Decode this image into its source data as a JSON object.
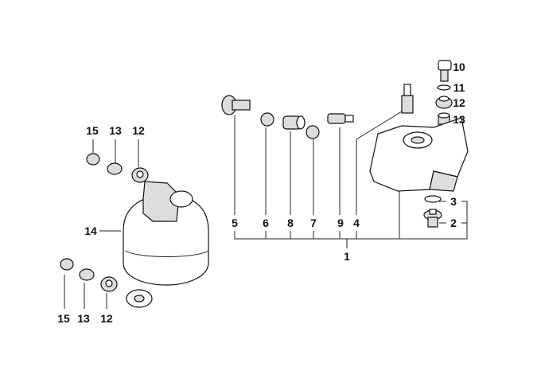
{
  "callouts": {
    "right": {
      "p10": "10",
      "p11": "11",
      "p12": "12",
      "p13": "13",
      "p3": "3",
      "p2": "2",
      "p5": "5",
      "p6": "6",
      "p8": "8",
      "p7": "7",
      "p9": "9",
      "p4": "4",
      "p1": "1"
    },
    "left_top": {
      "p15": "15",
      "p13": "13",
      "p12": "12"
    },
    "left_mid": {
      "p14": "14"
    },
    "left_bottom": {
      "p15": "15",
      "p13": "13",
      "p12": "12"
    }
  }
}
